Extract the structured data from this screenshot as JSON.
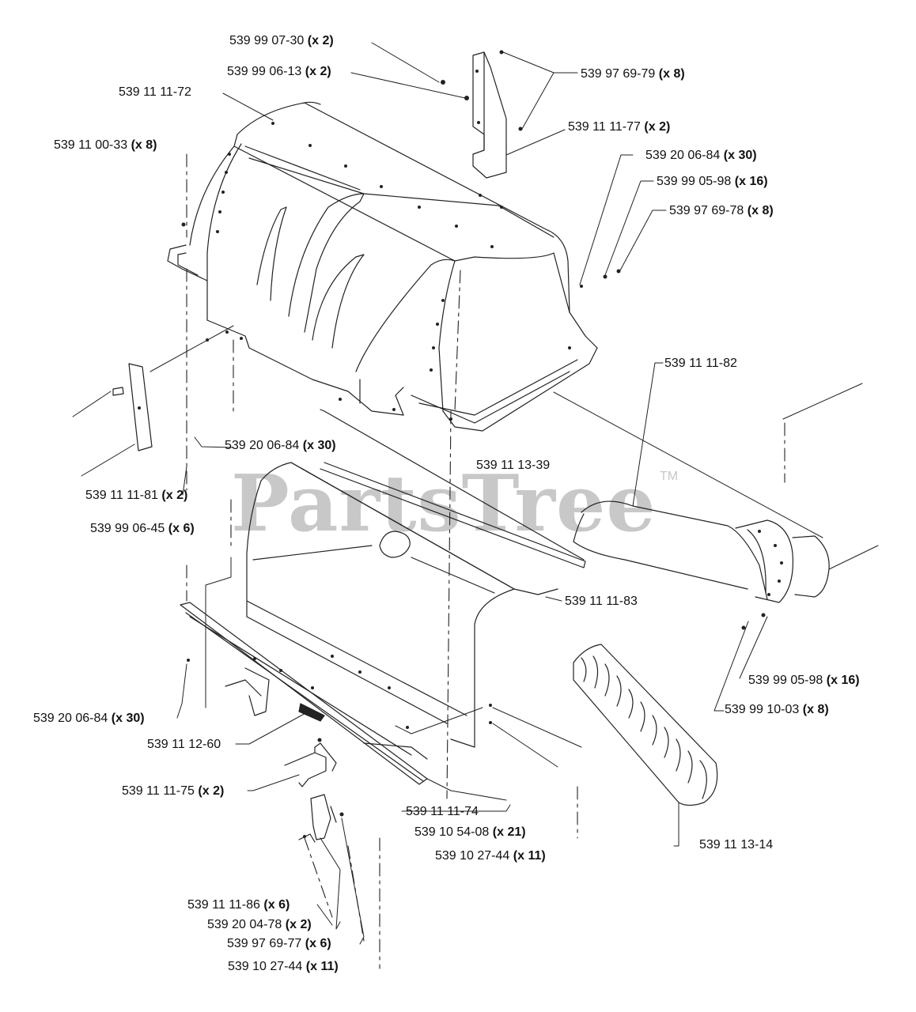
{
  "watermark": {
    "text": "PartsTree",
    "mark": "TM",
    "color": "#c8c8c8"
  },
  "colors": {
    "line": "#222222",
    "text": "#111111",
    "background": "#ffffff"
  },
  "callouts": [
    {
      "id": "c01",
      "part": "539 99 07-30",
      "qty": "(x 2)"
    },
    {
      "id": "c02",
      "part": "539 99 06-13",
      "qty": "(x 2)"
    },
    {
      "id": "c03",
      "part": "539 97 69-79",
      "qty": "(x 8)"
    },
    {
      "id": "c04",
      "part": "539 11 11-72",
      "qty": ""
    },
    {
      "id": "c05",
      "part": "539 11 11-77",
      "qty": "(x 2)"
    },
    {
      "id": "c06",
      "part": "539 11 00-33",
      "qty": "(x 8)"
    },
    {
      "id": "c07",
      "part": "539 20 06-84",
      "qty": "(x 30)"
    },
    {
      "id": "c08",
      "part": "539 99 05-98",
      "qty": "(x 16)"
    },
    {
      "id": "c09",
      "part": "539 97 69-78",
      "qty": "(x 8)"
    },
    {
      "id": "c10",
      "part": "539 11 11-82",
      "qty": ""
    },
    {
      "id": "c11",
      "part": "539 20 06-84",
      "qty": "(x 30)"
    },
    {
      "id": "c12",
      "part": "539 11 13-39",
      "qty": ""
    },
    {
      "id": "c13",
      "part": "539 11 11-81",
      "qty": "(x 2)"
    },
    {
      "id": "c14",
      "part": "539 99 06-45",
      "qty": "(x 6)"
    },
    {
      "id": "c15",
      "part": "539 11 11-83",
      "qty": ""
    },
    {
      "id": "c16",
      "part": "539 99 05-98",
      "qty": "(x 16)"
    },
    {
      "id": "c17",
      "part": "539 20 06-84",
      "qty": "(x 30)"
    },
    {
      "id": "c18",
      "part": "539 99 10-03",
      "qty": "(x 8)"
    },
    {
      "id": "c19",
      "part": "539 11 12-60",
      "qty": ""
    },
    {
      "id": "c20",
      "part": "539 11 11-75",
      "qty": "(x 2)"
    },
    {
      "id": "c21",
      "part": "539 11 11-74",
      "qty": ""
    },
    {
      "id": "c22",
      "part": "539 10 54-08",
      "qty": "(x 21)"
    },
    {
      "id": "c23",
      "part": "539 10 27-44",
      "qty": "(x 11)"
    },
    {
      "id": "c24",
      "part": "539 11 13-14",
      "qty": ""
    },
    {
      "id": "c25",
      "part": "539 11 11-86",
      "qty": "(x 6)"
    },
    {
      "id": "c26",
      "part": "539 20 04-78",
      "qty": "(x 2)"
    },
    {
      "id": "c27",
      "part": "539 97 69-77",
      "qty": "(x 6)"
    },
    {
      "id": "c28",
      "part": "539 10 27-44",
      "qty": "(x 11)"
    }
  ]
}
